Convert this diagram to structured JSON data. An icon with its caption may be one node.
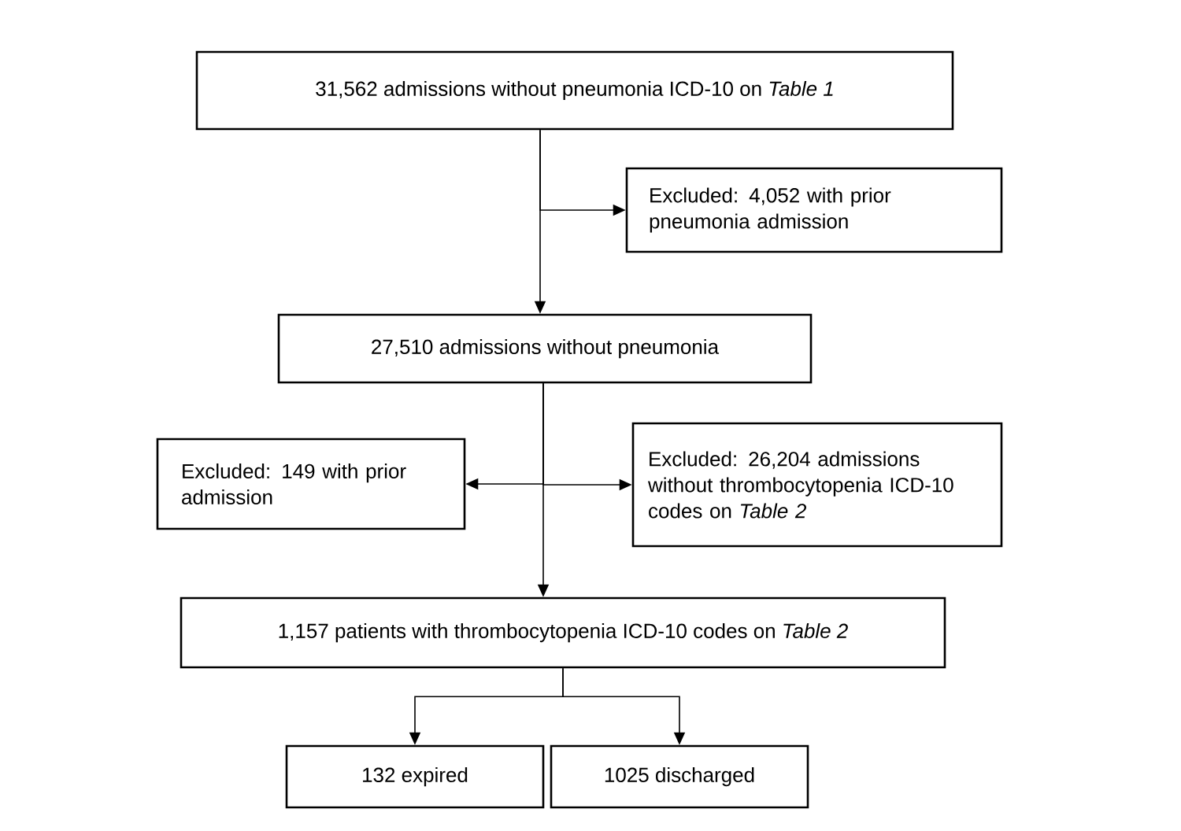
{
  "diagram": {
    "nodes": [
      {
        "text": [
          "31,562 admissions without pneumonia ICD-10 on *Table 1*"
        ]
      },
      {
        "text": [
          "Excluded: 4,052 with prior pneumonia admission"
        ]
      },
      {
        "text": [
          "27,510 admissions without pneumonia"
        ]
      },
      {
        "text": [
          "Excluded: 149 with prior admission"
        ]
      },
      {
        "text": [
          "Excluded: 26,204 admissions without thrombocytopenia ICD-10 codes on *Table 2*"
        ]
      },
      {
        "text": [
          "1,157 patients with thrombocytopenia ICD-10 codes on *Table 2*"
        ]
      },
      {
        "text": [
          "132 expired"
        ]
      },
      {
        "text": [
          "1025 discharged"
        ]
      }
    ],
    "edges": [
      {
        "from": 0,
        "to": 2,
        "arrow": "to"
      },
      {
        "from": 0,
        "to": 1,
        "arrow": "to"
      },
      {
        "from": 2,
        "to": 5,
        "arrow": "to"
      },
      {
        "from": 2,
        "to": 3,
        "arrow": "to"
      },
      {
        "from": 2,
        "to": 4,
        "arrow": "to"
      },
      {
        "from": 5,
        "to": 6,
        "arrow": "to"
      },
      {
        "from": 5,
        "to": 7,
        "arrow": "to"
      }
    ]
  }
}
